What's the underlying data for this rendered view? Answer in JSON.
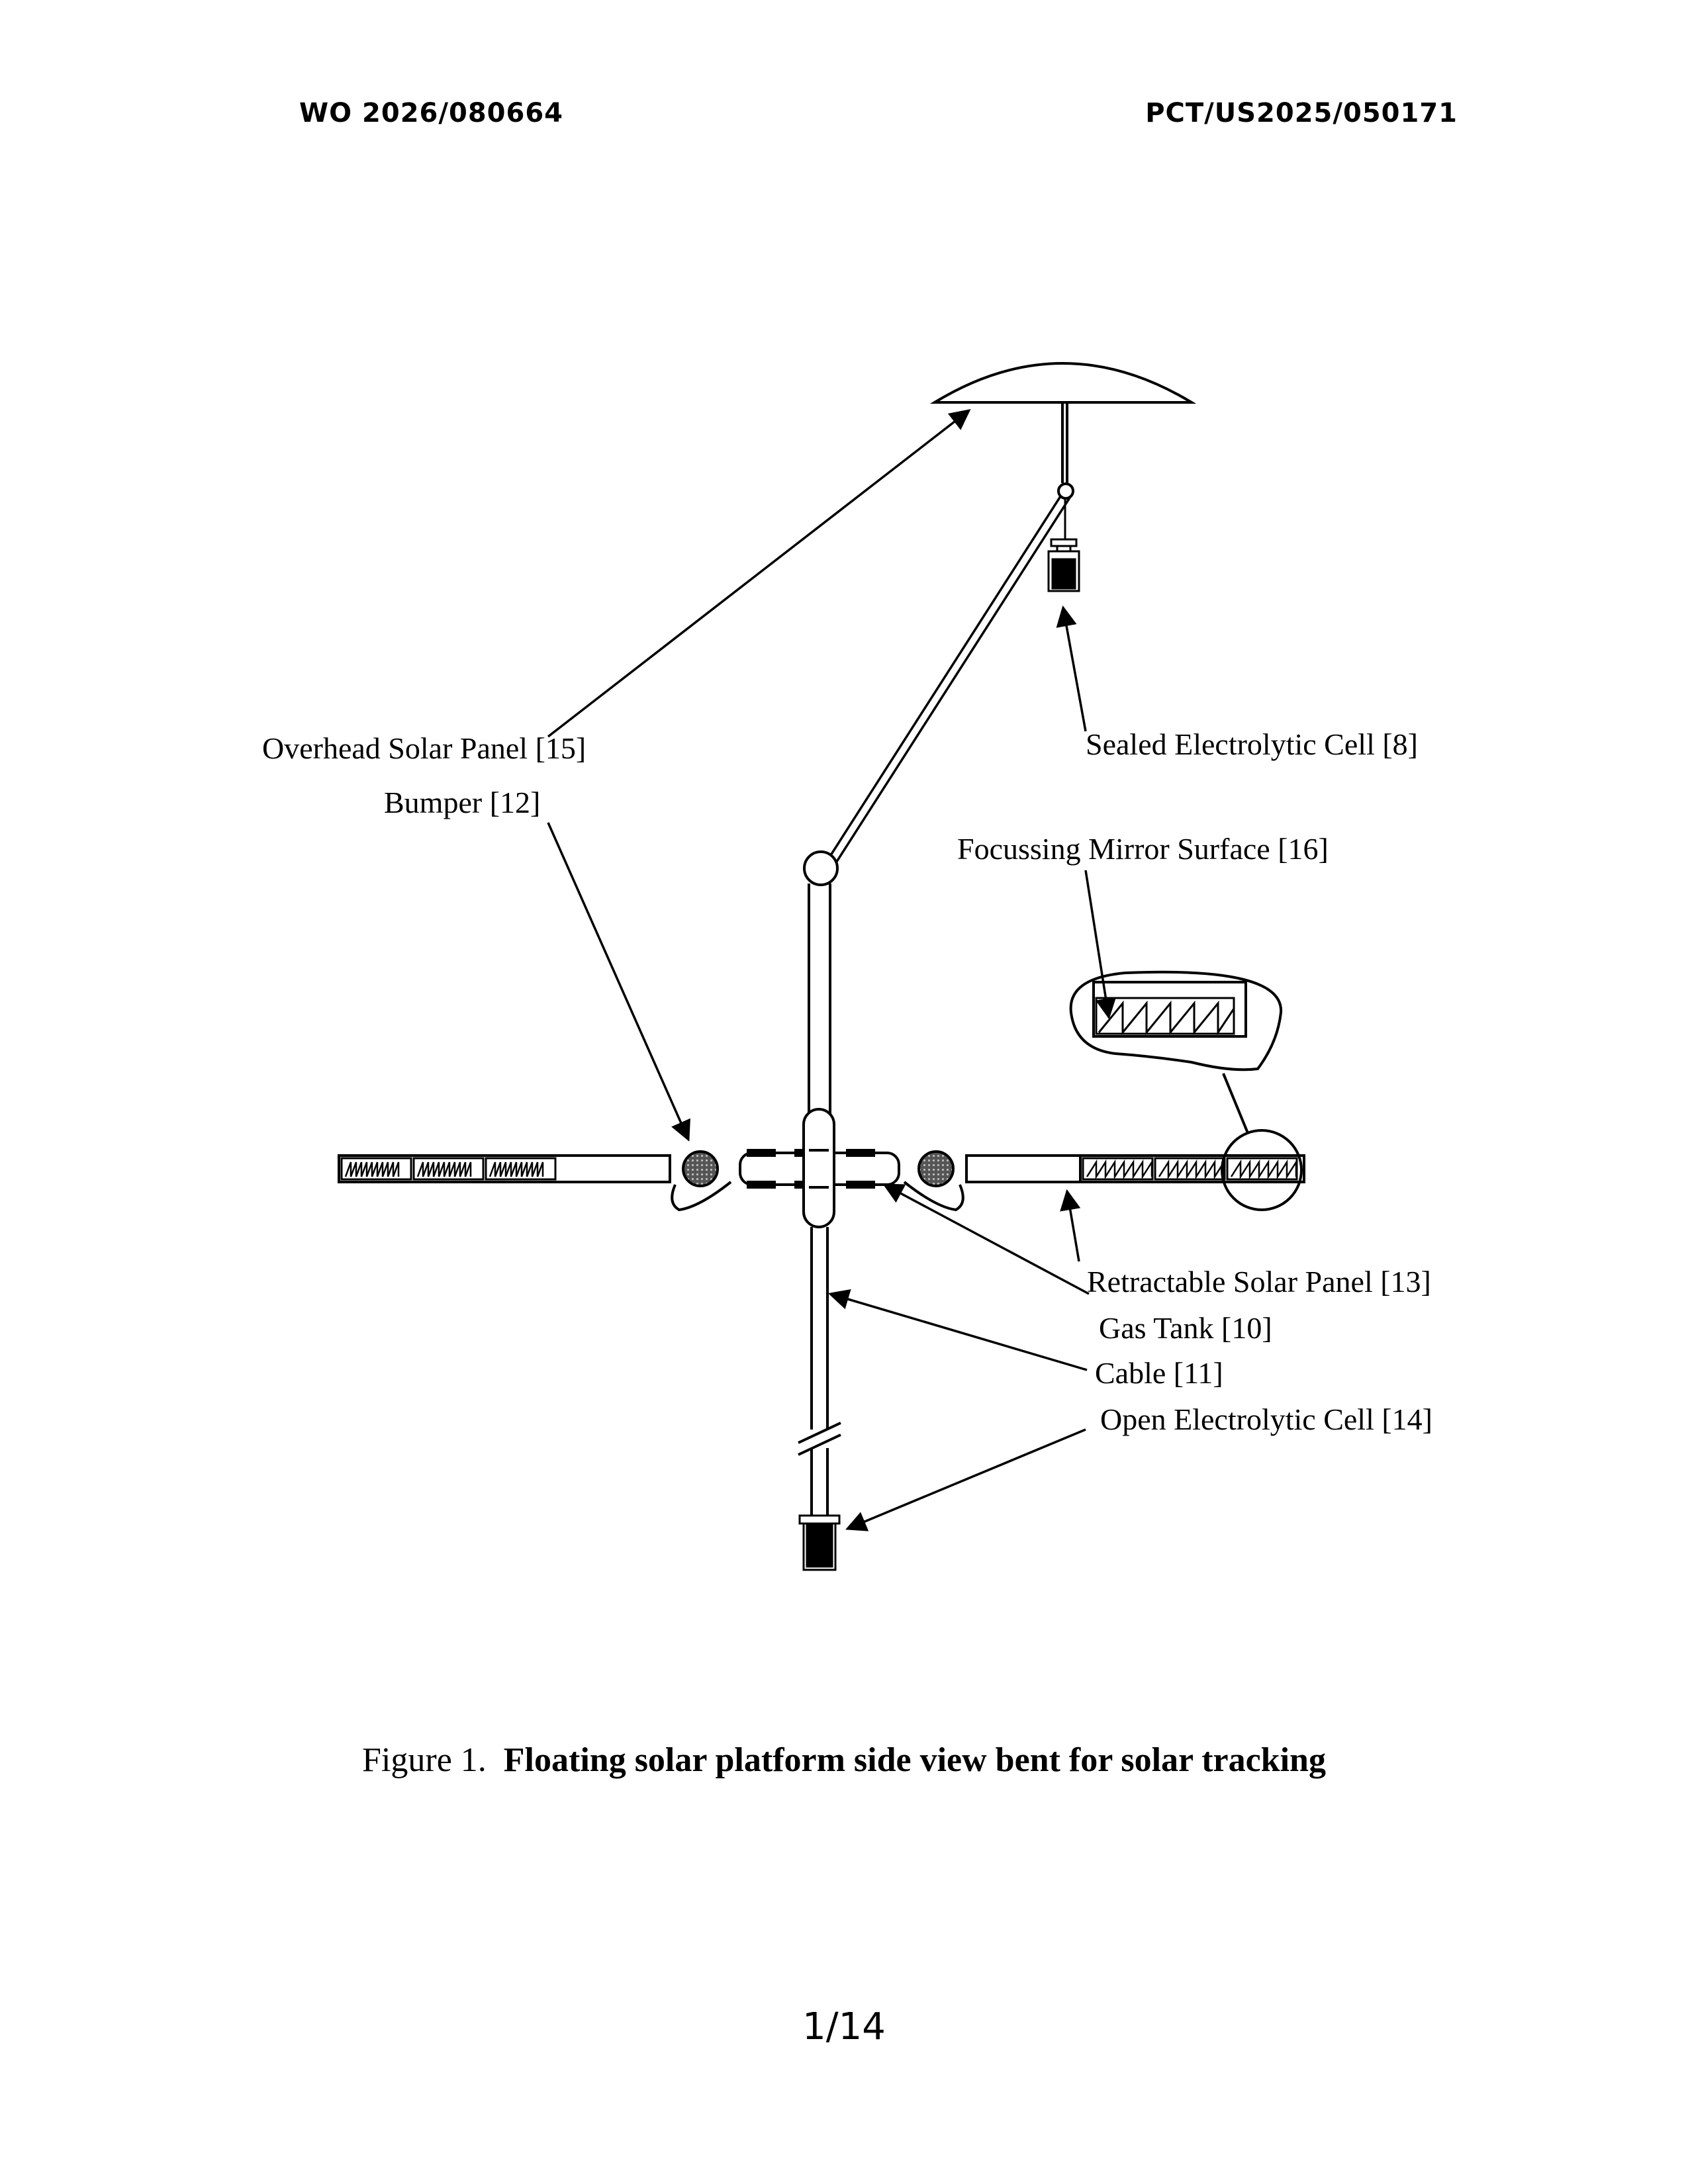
{
  "header": {
    "publication_number": "WO 2026/080664",
    "application_number": "PCT/US2025/050171"
  },
  "labels": {
    "overhead_solar_panel": "Overhead Solar Panel [15]",
    "bumper": "Bumper [12]",
    "sealed_electrolytic_cell": "Sealed Electrolytic Cell [8]",
    "focussing_mirror_surface": "Focussing Mirror Surface [16]",
    "retractable_solar_panel": "Retractable Solar Panel [13]",
    "gas_tank": "Gas Tank [10]",
    "cable": "Cable [11]",
    "open_electrolytic_cell": "Open Electrolytic Cell [14]"
  },
  "caption": {
    "figure_number": "Figure 1.",
    "text": "Floating solar platform side view bent for solar tracking"
  },
  "page_number": "1/14"
}
